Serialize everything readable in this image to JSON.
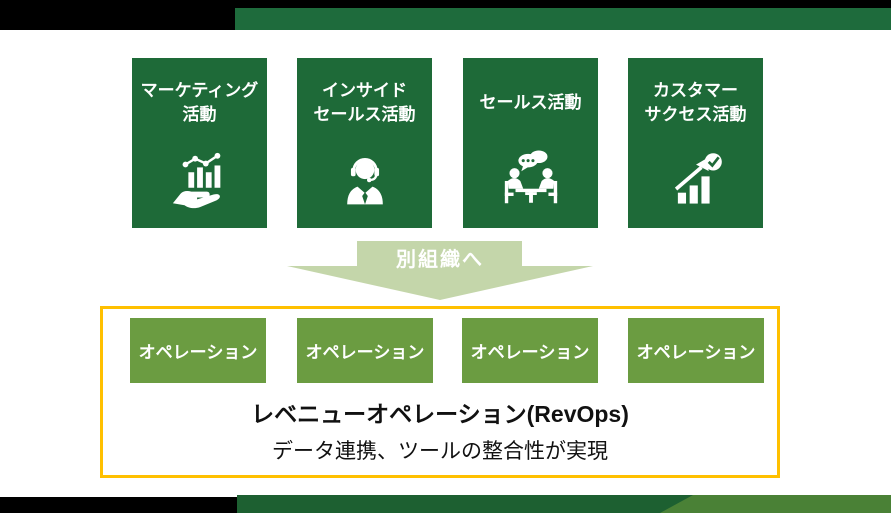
{
  "colors": {
    "dark_green": "#1E6A38",
    "top_band_green": "#1E6B3C",
    "olive_green": "#6B9C41",
    "sage_green": "#C4D6AA",
    "accent_yellow": "#FFC000",
    "strip_dark_green": "#1D6031",
    "strip_light_green": "#4A8136",
    "bar_black": "#000000",
    "text_white": "#FFFFFF",
    "text_black": "#111111"
  },
  "activity_boxes": [
    {
      "lines": [
        "マーケティング",
        "活動"
      ],
      "icon": "hand-holding-chart-icon"
    },
    {
      "lines": [
        "インサイド",
        "セールス活動"
      ],
      "icon": "headset-agent-icon"
    },
    {
      "lines": [
        "セールス活動"
      ],
      "icon": "meeting-discussion-icon"
    },
    {
      "lines": [
        "カスタマー",
        "サクセス活動"
      ],
      "icon": "growth-chart-check-icon"
    }
  ],
  "flow_arrow": {
    "label": "別組織へ"
  },
  "revops_panel": {
    "operation_boxes": [
      {
        "label": "オペレーション"
      },
      {
        "label": "オペレーション"
      },
      {
        "label": "オペレーション"
      },
      {
        "label": "オペレーション"
      }
    ],
    "title": "レベニューオペレーション(RevOps)",
    "subtitle": "データ連携、ツールの整合性が実現"
  }
}
